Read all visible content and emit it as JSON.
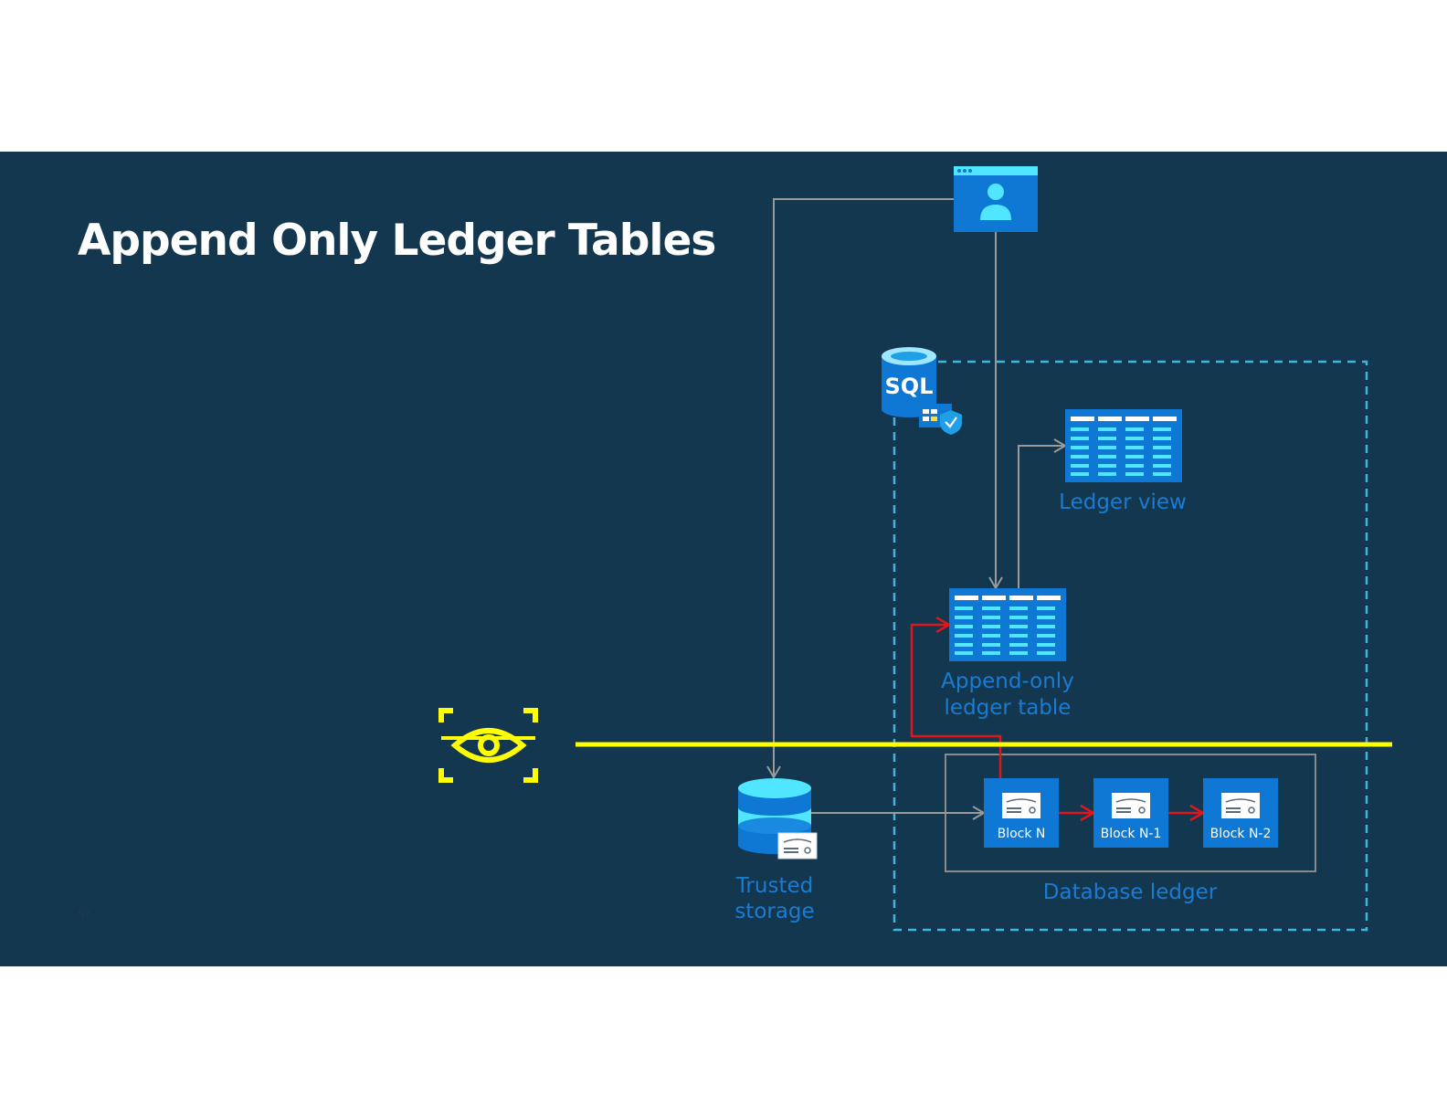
{
  "slide": {
    "title": "Append Only Ledger Tables",
    "page_number": "57"
  },
  "diagram": {
    "sql_label": "SQL",
    "ledger_view_label": "Ledger view",
    "ledger_table_label_line1": "Append-only",
    "ledger_table_label_line2": "ledger table",
    "trusted_storage_line1": "Trusted",
    "trusted_storage_line2": "storage",
    "database_ledger_label": "Database ledger",
    "blocks": [
      "Block N",
      "Block N-1",
      "Block N-2"
    ]
  },
  "colors": {
    "background": "#13374f",
    "icon_blue": "#0f78d4",
    "icon_light": "#50e6ff",
    "label_blue": "#1b7bd3",
    "connector_gray": "#9a9a9a",
    "chain_red": "#e0161b",
    "dashed_boundary": "#3fb6e0",
    "highlight_yellow": "#ffff00"
  },
  "icons": [
    "user-browser-icon",
    "sql-database-icon",
    "table-icon",
    "storage-icon",
    "block-icon",
    "eye-scan-icon"
  ]
}
